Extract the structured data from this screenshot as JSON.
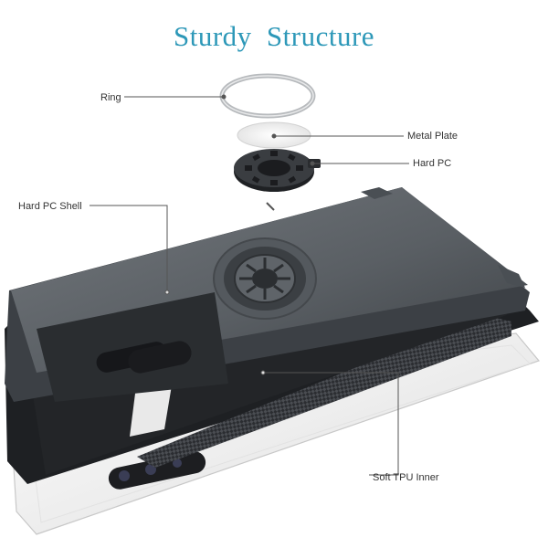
{
  "title": "Sturdy  Structure",
  "labels": {
    "ring": "Ring",
    "metal_plate": "Metal Plate",
    "hard_pc": "Hard PC",
    "hard_pc_shell": "Hard PC Shell",
    "soft_tpu_inner": "Soft TPU Inner"
  },
  "colors": {
    "title": "#2d98b8",
    "shell": "#5c6166",
    "carbon": "#2a2c30",
    "phone": "#f4f4f4",
    "leader_line": "#555555"
  }
}
